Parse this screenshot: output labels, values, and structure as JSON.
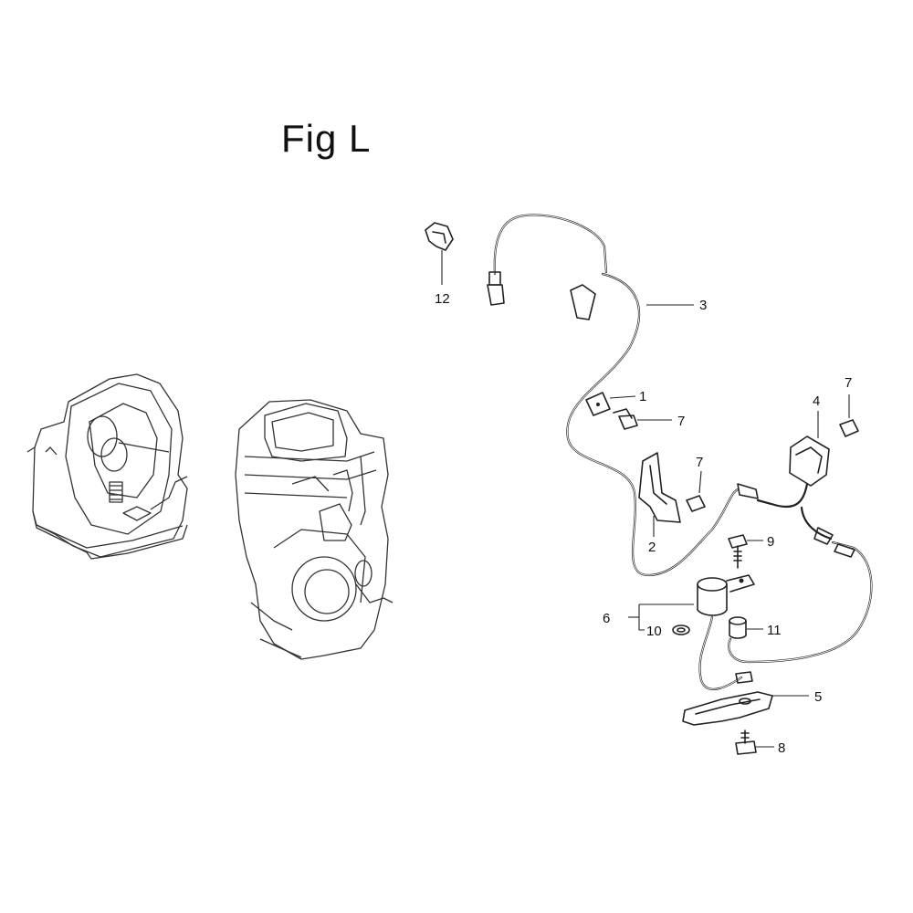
{
  "figure": {
    "title": "Fig L"
  },
  "callouts": {
    "c1": "1",
    "c2": "2",
    "c3": "3",
    "c4": "4",
    "c5": "5",
    "c6": "6",
    "c7a": "7",
    "c7b": "7",
    "c7c": "7",
    "c8": "8",
    "c9": "9",
    "c10": "10",
    "c11": "11",
    "c12": "12"
  }
}
